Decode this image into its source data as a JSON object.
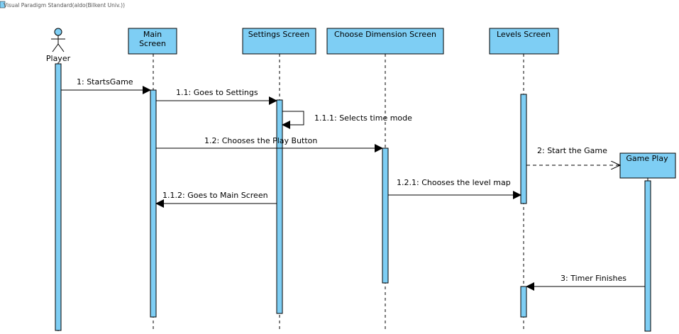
{
  "watermark": "Visual Paradigm Standard(aldo(Bilkent Univ.))",
  "actor": {
    "name": "Player"
  },
  "participants": [
    {
      "id": "main",
      "lines": [
        "Main",
        "Screen"
      ]
    },
    {
      "id": "settings",
      "lines": [
        "Settings Screen"
      ]
    },
    {
      "id": "dimension",
      "lines": [
        "Choose Dimension Screen"
      ]
    },
    {
      "id": "levels",
      "lines": [
        "Levels Screen"
      ]
    },
    {
      "id": "gameplay",
      "lines": [
        "Game Play"
      ]
    }
  ],
  "messages": [
    {
      "id": "m1",
      "label": "1: StartsGame",
      "from": "actor",
      "to": "main",
      "style": "sync"
    },
    {
      "id": "m2",
      "label": "1.1: Goes to Settings",
      "from": "main",
      "to": "settings",
      "style": "sync"
    },
    {
      "id": "m3",
      "label": "1.1.1: Selects time mode",
      "from": "settings",
      "to": "settings",
      "style": "self"
    },
    {
      "id": "m4",
      "label": "1.2: Chooses the Play Button",
      "from": "main",
      "to": "dimension",
      "style": "sync"
    },
    {
      "id": "m5",
      "label": "2: Start the Game",
      "from": "levels",
      "to": "gameplay",
      "style": "create"
    },
    {
      "id": "m6",
      "label": "1.2.1: Chooses the level map",
      "from": "dimension",
      "to": "levels",
      "style": "sync"
    },
    {
      "id": "m7",
      "label": "1.1.2: Goes to Main Screen",
      "from": "settings",
      "to": "main",
      "style": "sync"
    },
    {
      "id": "m8",
      "label": "3: Timer Finishes",
      "from": "gameplay",
      "to": "levels",
      "style": "sync"
    }
  ],
  "colors": {
    "fill": "#7ecef4",
    "stroke": "#000000",
    "actor_fill": "#7ecef4"
  }
}
